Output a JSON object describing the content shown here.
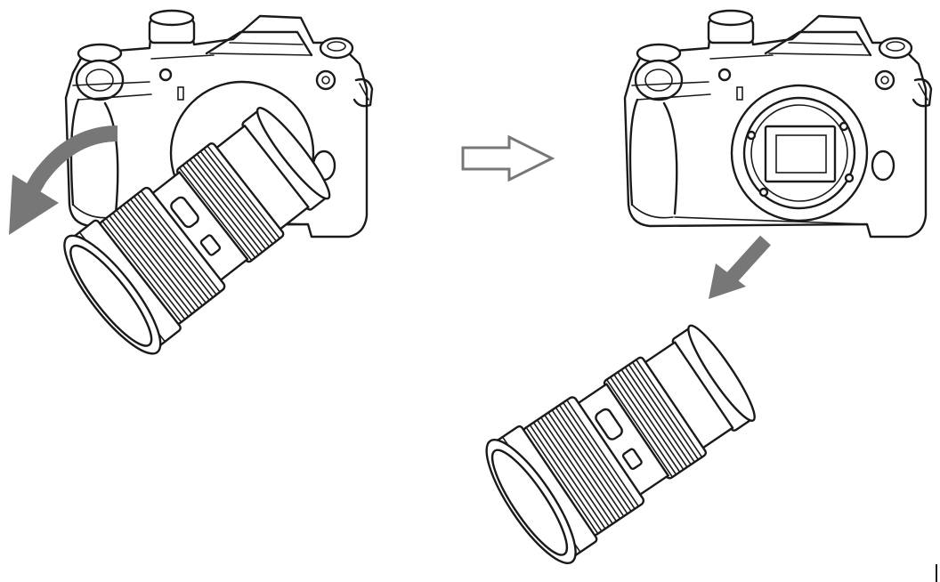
{
  "figure": {
    "steps": [
      {
        "id": "step-1",
        "action": "rotate-lens-counterclockwise"
      },
      {
        "id": "step-2",
        "action": "remove-lens-from-mount"
      }
    ],
    "colors": {
      "line": "#1a1a1a",
      "action_arrow": "#777777",
      "background": "#ffffff"
    },
    "icons": {
      "rotate": "curved-rotate-arrow-icon",
      "next": "hollow-right-arrow-icon",
      "remove": "diagonal-remove-arrow-icon"
    }
  }
}
